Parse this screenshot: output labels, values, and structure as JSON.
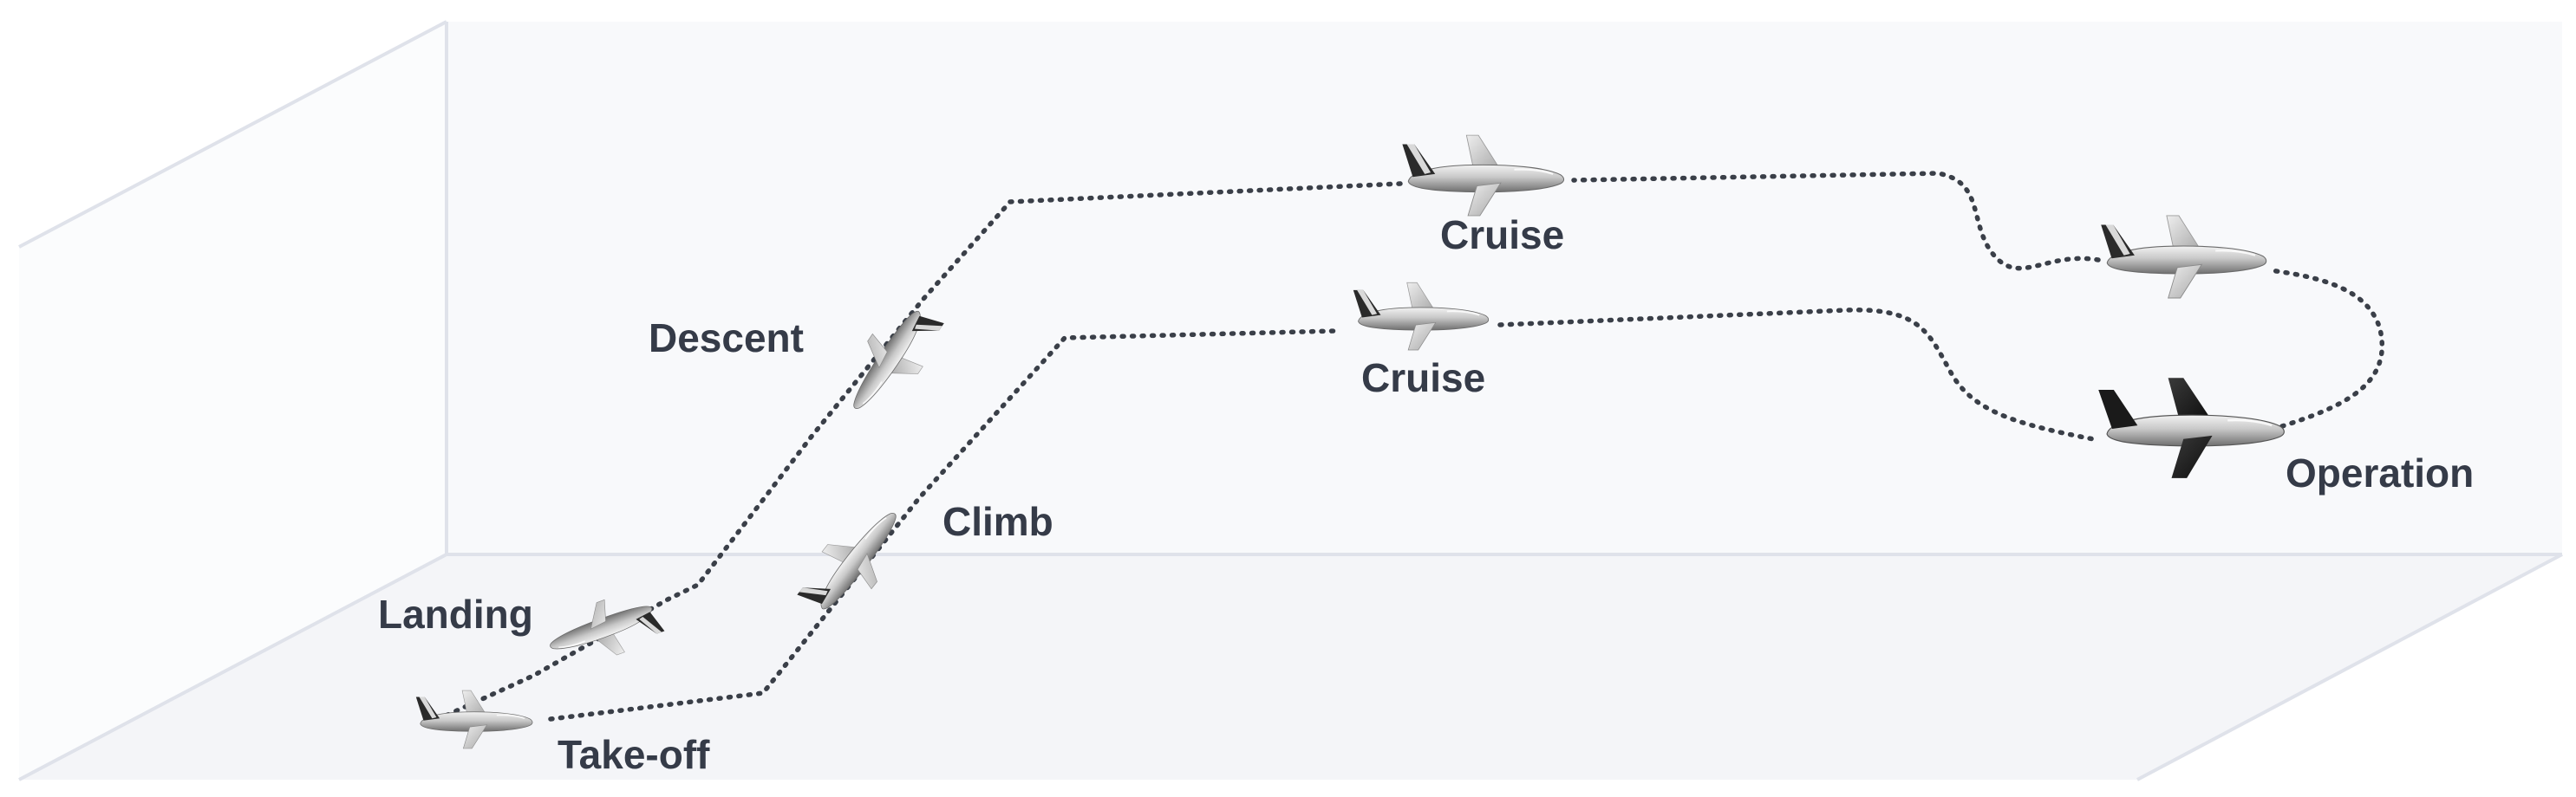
{
  "diagram": {
    "phases": {
      "takeoff": "Take-off",
      "climb": "Climb",
      "cruise_outbound": "Cruise",
      "operation": "Operation",
      "cruise_return": "Cruise",
      "descent": "Descent",
      "landing": "Landing"
    },
    "icons": {
      "aircraft": "aircraft-icon"
    },
    "colors": {
      "label_text": "#353b48",
      "flight_path": "#3a3f48",
      "back_wall": "#f8f9fb",
      "floor": "#f4f5f8",
      "edges": "#dfe2ea",
      "aircraft_light": "#e6e6e6",
      "aircraft_dark": "#222222"
    }
  }
}
